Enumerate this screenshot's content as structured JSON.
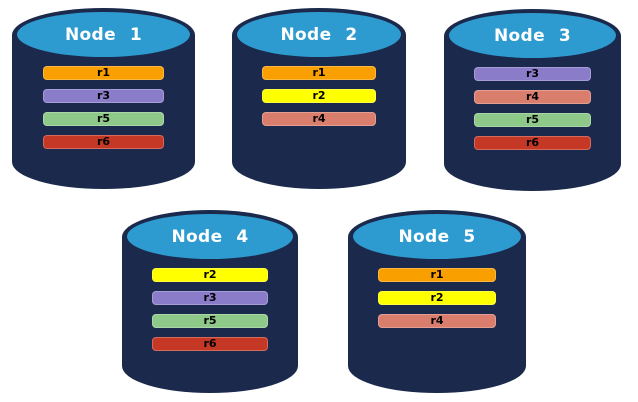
{
  "diagram": {
    "description": "Five database node cylinders holding replica bars"
  },
  "colors": {
    "cylinder_body": "#1b2a4c",
    "cylinder_top": "#2e9bd0",
    "title_text": "#ffffff",
    "bar_text": "#000000",
    "replica_r1": "#f9a000",
    "replica_r2": "#ffff00",
    "replica_r3": "#8a7cc8",
    "replica_r4": "#d97e6d",
    "replica_r5": "#8fc98a",
    "replica_r6": "#c53826"
  },
  "nodes": [
    {
      "title": "Node 1",
      "bars": [
        {
          "label": "r1",
          "color": "#f9a000"
        },
        {
          "label": "r3",
          "color": "#8a7cc8"
        },
        {
          "label": "r5",
          "color": "#8fc98a"
        },
        {
          "label": "r6",
          "color": "#c53826"
        }
      ]
    },
    {
      "title": "Node 2",
      "bars": [
        {
          "label": "r1",
          "color": "#f9a000"
        },
        {
          "label": "r2",
          "color": "#ffff00"
        },
        {
          "label": "r4",
          "color": "#d97e6d"
        }
      ]
    },
    {
      "title": "Node 3",
      "bars": [
        {
          "label": "r3",
          "color": "#8a7cc8"
        },
        {
          "label": "r4",
          "color": "#d97e6d"
        },
        {
          "label": "r5",
          "color": "#8fc98a"
        },
        {
          "label": "r6",
          "color": "#c53826"
        }
      ]
    },
    {
      "title": "Node 4",
      "bars": [
        {
          "label": "r2",
          "color": "#ffff00"
        },
        {
          "label": "r3",
          "color": "#8a7cc8"
        },
        {
          "label": "r5",
          "color": "#8fc98a"
        },
        {
          "label": "r6",
          "color": "#c53826"
        }
      ]
    },
    {
      "title": "Node 5",
      "bars": [
        {
          "label": "r1",
          "color": "#f9a000"
        },
        {
          "label": "r2",
          "color": "#ffff00"
        },
        {
          "label": "r4",
          "color": "#d97e6d"
        }
      ]
    }
  ]
}
